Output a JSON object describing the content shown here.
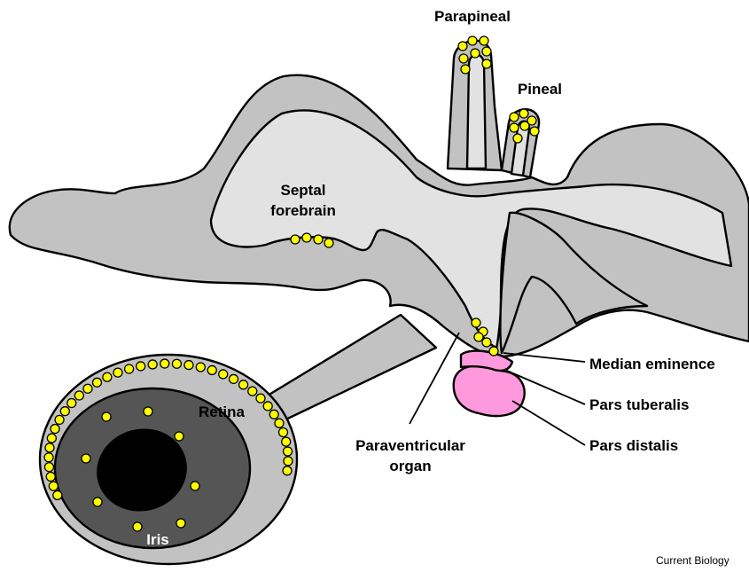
{
  "labels": {
    "parapineal": "Parapineal",
    "pineal": "Pineal",
    "septal_line1": "Septal",
    "septal_line2": "forebrain",
    "retina": "Retina",
    "iris": "Iris",
    "median_eminence": "Median eminence",
    "pars_tuberalis": "Pars tuberalis",
    "pars_distalis": "Pars distalis",
    "pvo_line1": "Paraventricular",
    "pvo_line2": "organ"
  },
  "credit": "Current Biology",
  "colors": {
    "brain_tissue": "#c2c2c2",
    "ventricle": "#e2e2e2",
    "photoreceptor_dot": "#ffff00",
    "pituitary": "#ff99dd",
    "eye_outer": "#c2c2c2",
    "eye_inner": "#555555",
    "pupil": "#000000"
  }
}
